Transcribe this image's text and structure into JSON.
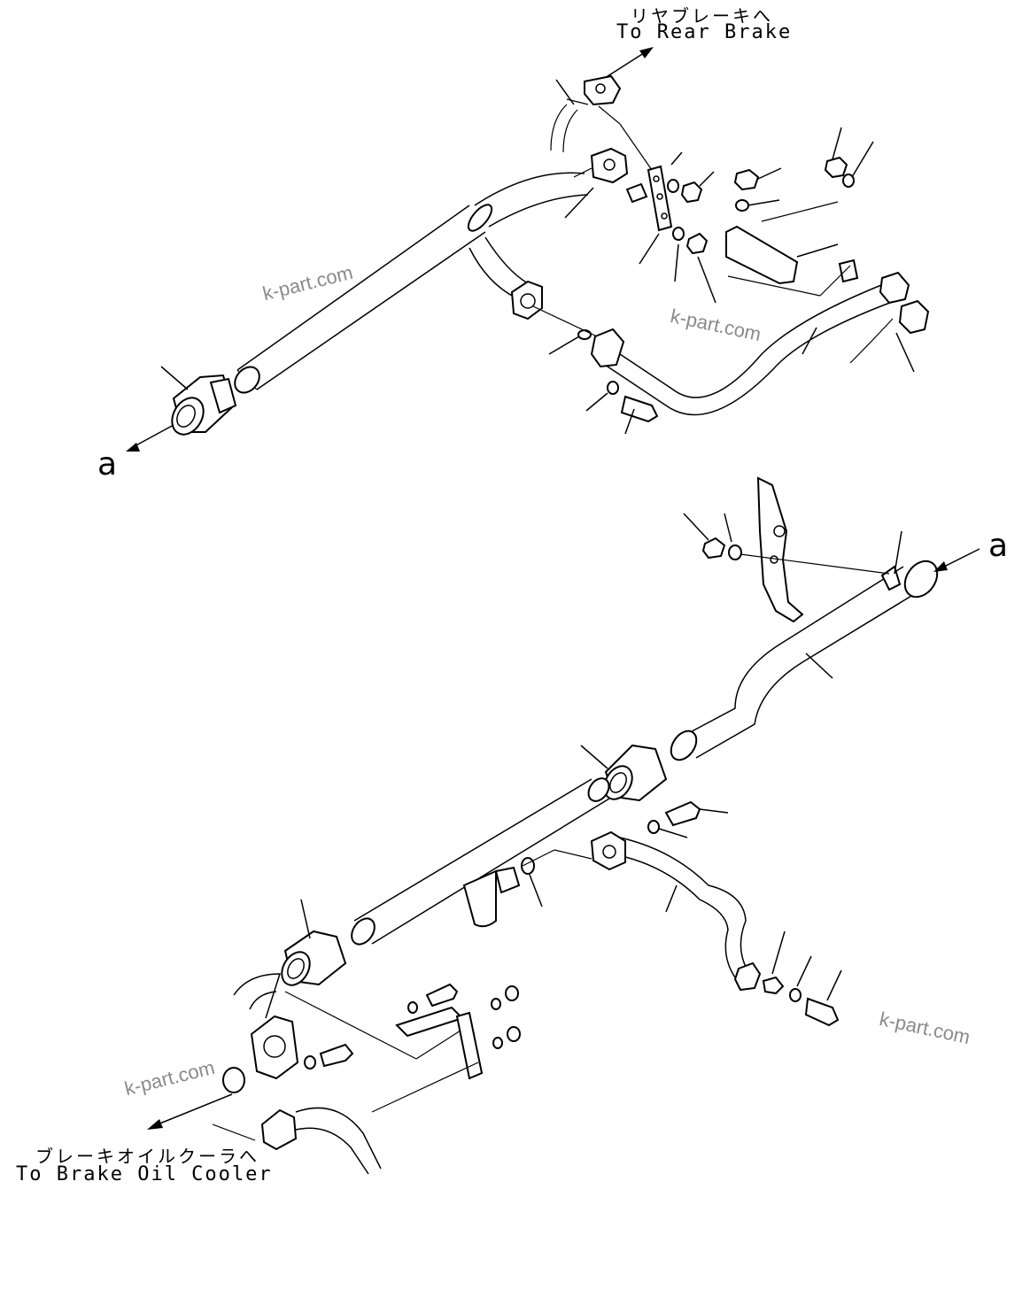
{
  "labels": {
    "rear_jp": "リヤブレーキへ",
    "rear_en": "To Rear Brake",
    "cooler_jp": "ブレーキオイルクーラへ",
    "cooler_en": "To Brake Oil Cooler",
    "connector_top": "a",
    "connector_right": "a"
  },
  "watermark": {
    "text": "k-part.com"
  }
}
